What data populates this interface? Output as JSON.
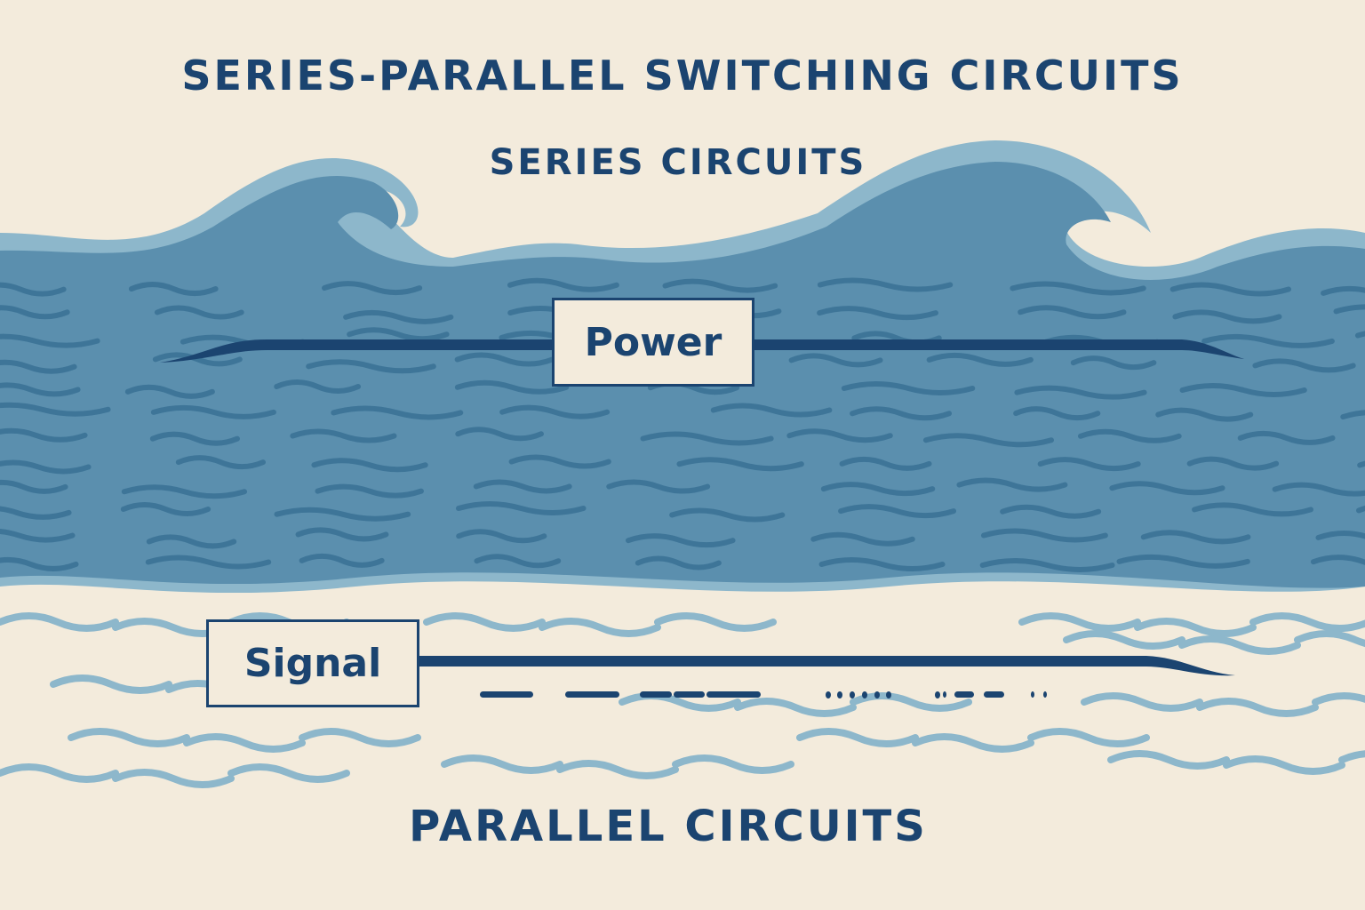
{
  "title": "SERIES-PARALLEL SWITCHING CIRCUITS",
  "sections": {
    "series": {
      "label": "SERIES CIRCUITS",
      "box_label": "Power"
    },
    "parallel": {
      "label": "PARALLEL CIRCUITS",
      "box_label": "Signal"
    }
  },
  "colors": {
    "background": "#f3ebdc",
    "ink": "#1b4470",
    "water": "#5b8fae",
    "water_dark": "#3e7598",
    "water_light": "#8db7cb"
  },
  "icons": [
    "ocean-wave-icon"
  ]
}
